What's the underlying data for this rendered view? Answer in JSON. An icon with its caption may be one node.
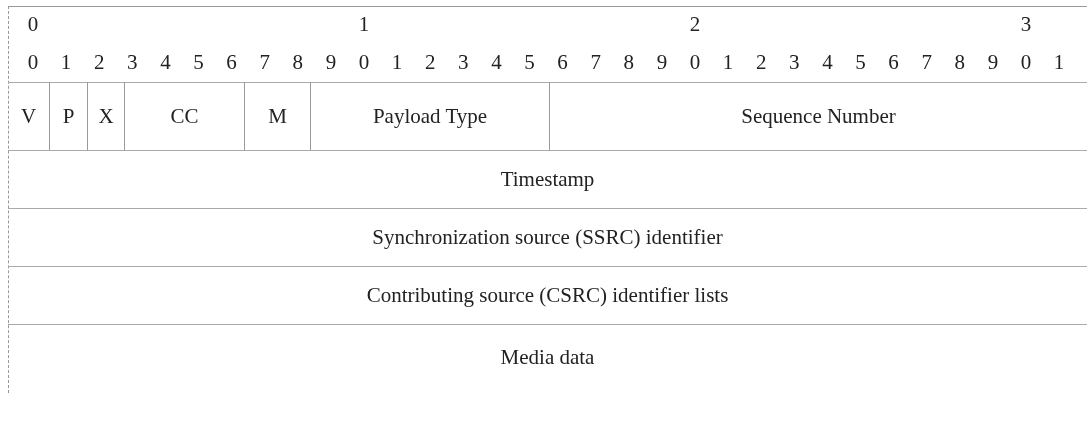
{
  "diagram": {
    "nodes": [
      {
        "text": [
          "V"
        ]
      },
      {
        "text": [
          "P"
        ]
      },
      {
        "text": [
          "X"
        ]
      },
      {
        "text": [
          "CC"
        ]
      },
      {
        "text": [
          "M"
        ]
      },
      {
        "text": [
          "Payload Type"
        ]
      },
      {
        "text": [
          "Sequence Number"
        ]
      },
      {
        "text": [
          "Timestamp"
        ]
      },
      {
        "text": [
          "Synchronization source (SSRC) identifier"
        ]
      },
      {
        "text": [
          "Contributing source (CSRC) identifier lists"
        ]
      },
      {
        "text": [
          "Media data"
        ]
      }
    ],
    "labels": [
      "0",
      "1",
      "2",
      "3",
      "0",
      "1",
      "2",
      "3",
      "4",
      "5",
      "6",
      "7",
      "8",
      "9",
      "0",
      "1",
      "2",
      "3",
      "4",
      "5",
      "6",
      "7",
      "8",
      "9",
      "0",
      "1",
      "2",
      "3",
      "4",
      "5",
      "6",
      "7",
      "8",
      "9",
      "0",
      "1"
    ]
  }
}
